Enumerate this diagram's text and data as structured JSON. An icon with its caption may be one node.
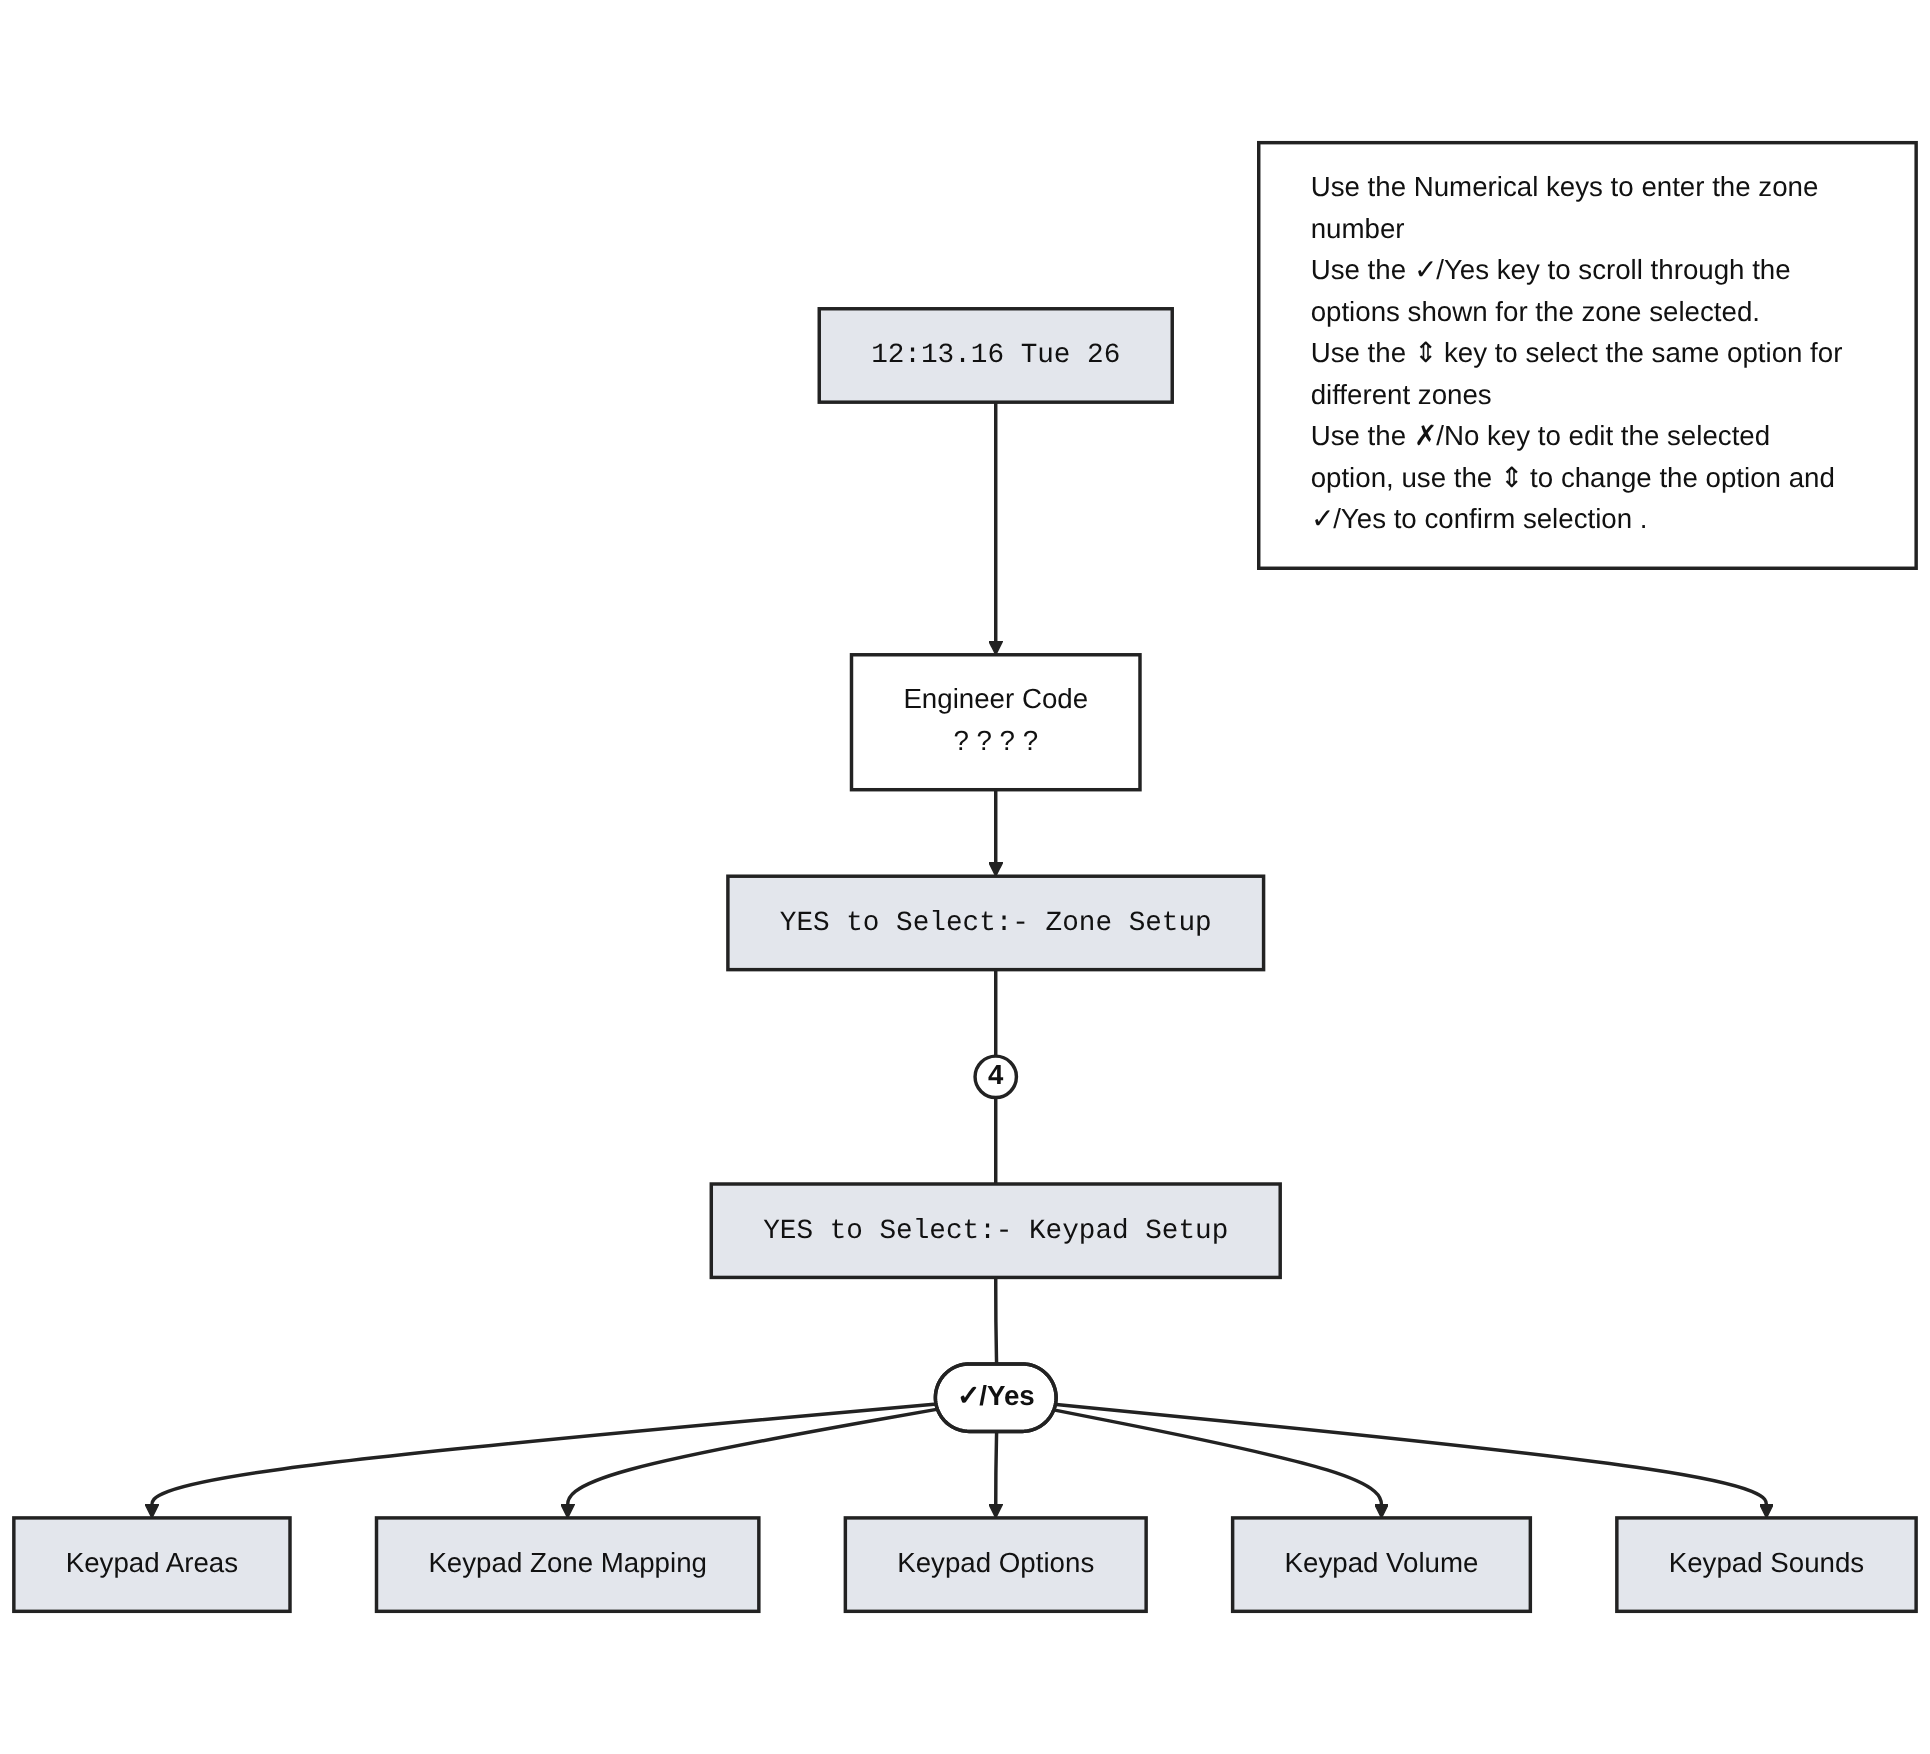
{
  "diagram": {
    "nodes": [
      {
        "text": [
          "12:13.16 Tue 26"
        ]
      },
      {
        "text": [
          "Engineer Code",
          "? ? ? ?"
        ]
      },
      {
        "text": [
          "YES to Select:- Zone Setup"
        ]
      },
      {
        "text": [
          "4"
        ]
      },
      {
        "text": [
          "YES to Select:- Keypad Setup"
        ]
      },
      {
        "text": [
          "✓/Yes"
        ]
      },
      {
        "text": [
          "Keypad Areas"
        ]
      },
      {
        "text": [
          "Keypad Zone Mapping"
        ]
      },
      {
        "text": [
          "Keypad Options"
        ]
      },
      {
        "text": [
          "Keypad Volume"
        ]
      },
      {
        "text": [
          "Keypad Sounds"
        ]
      },
      {
        "text": [
          "Use the Numerical keys to enter the zone number",
          "Use the ✓/Yes key to scroll through the options shown for the zone selected.",
          "Use the ⇕ key to select the same option for different zones",
          "Use the ✗/No key to edit the selected option, use the ⇕ to change the option and ✓/Yes to confirm selection ."
        ]
      }
    ],
    "edges": [
      {
        "from": 0,
        "to": 1,
        "arrow": "to"
      },
      {
        "from": 1,
        "to": 2,
        "arrow": "to"
      },
      {
        "from": 2,
        "to": 3,
        "arrow": "none"
      },
      {
        "from": 3,
        "to": 4,
        "arrow": "none"
      },
      {
        "from": 4,
        "to": 5,
        "arrow": "none"
      },
      {
        "from": 5,
        "to": 6,
        "arrow": "to"
      },
      {
        "from": 5,
        "to": 7,
        "arrow": "to"
      },
      {
        "from": 5,
        "to": 8,
        "arrow": "to"
      },
      {
        "from": 5,
        "to": 9,
        "arrow": "to"
      },
      {
        "from": 5,
        "to": 10,
        "arrow": "to"
      }
    ]
  }
}
